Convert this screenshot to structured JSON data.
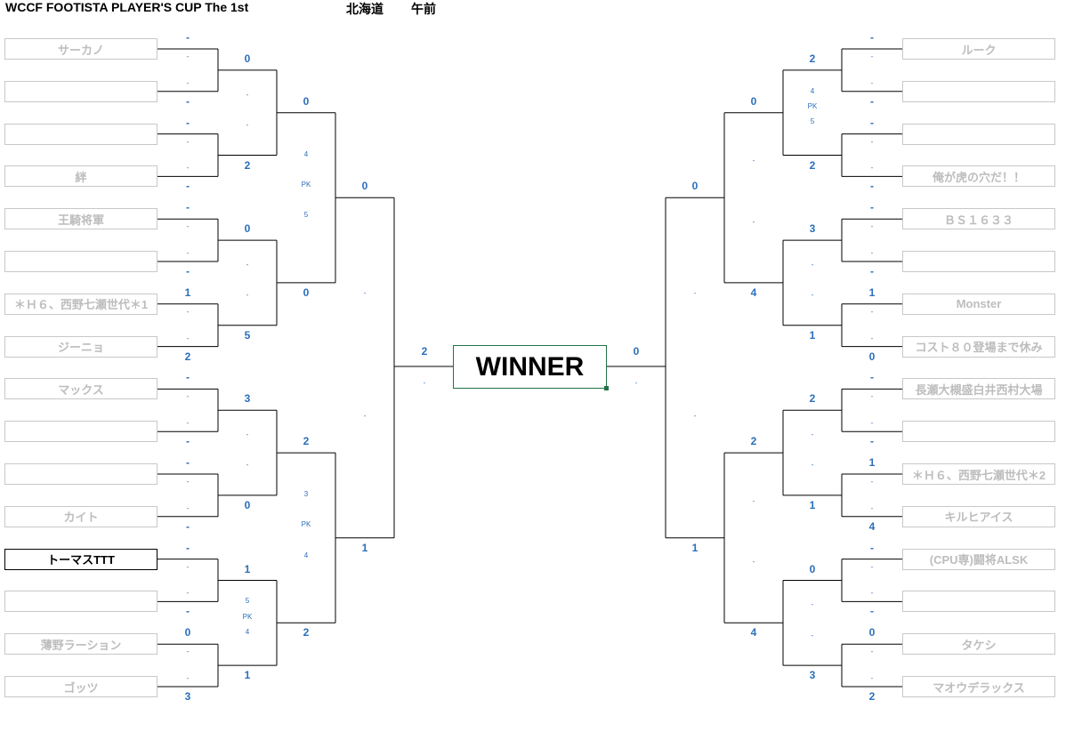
{
  "header": {
    "title": "WCCF FOOTISTA PLAYER'S CUP The 1st",
    "region": "北海道",
    "session": "午前"
  },
  "winner_label": "WINNER",
  "left_players": [
    {
      "name": "サーカノ",
      "score": "-"
    },
    {
      "name": "",
      "score": "-"
    },
    {
      "name": "",
      "score": "-"
    },
    {
      "name": "絆",
      "score": "-"
    },
    {
      "name": "王騎将軍",
      "score": "-"
    },
    {
      "name": "",
      "score": "-"
    },
    {
      "name": "＊Ｈ６、西野七瀬世代＊1",
      "score": "1"
    },
    {
      "name": "ジーニョ",
      "score": "2"
    },
    {
      "name": "マックス",
      "score": "-"
    },
    {
      "name": "",
      "score": "-"
    },
    {
      "name": "",
      "score": "-"
    },
    {
      "name": "カイト",
      "score": "-"
    },
    {
      "name": "トーマスTTT",
      "score": "-",
      "highlight": true
    },
    {
      "name": "",
      "score": "-"
    },
    {
      "name": "薄野ラーション",
      "score": "0"
    },
    {
      "name": "ゴッツ",
      "score": "3"
    }
  ],
  "right_players": [
    {
      "name": "ルーク",
      "score": "-"
    },
    {
      "name": "",
      "score": "-"
    },
    {
      "name": "",
      "score": "-"
    },
    {
      "name": "俺が虎の穴だ！！",
      "score": "-"
    },
    {
      "name": "ＢＳ１６３３",
      "score": "-"
    },
    {
      "name": "",
      "score": "-"
    },
    {
      "name": "Monster",
      "score": "1"
    },
    {
      "name": "コスト８０登場まで休み",
      "score": "0"
    },
    {
      "name": "長瀬大槻盛白井西村大場",
      "score": "-"
    },
    {
      "name": "",
      "score": "-"
    },
    {
      "name": "＊Ｈ６、西野七瀬世代＊2",
      "score": "1"
    },
    {
      "name": "キルヒアイス",
      "score": "4"
    },
    {
      "name": "(CPU専)闘将ALSK",
      "score": "-"
    },
    {
      "name": "",
      "score": "-"
    },
    {
      "name": "タケシ",
      "score": "0"
    },
    {
      "name": "マオウデラックス",
      "score": "2"
    }
  ],
  "left_r2": [
    {
      "top": "0",
      "bottom": "2",
      "mid": [
        "-",
        "-"
      ]
    },
    {
      "top": "0",
      "bottom": "5",
      "mid": [
        "-",
        "-"
      ]
    },
    {
      "top": "3",
      "bottom": "0",
      "mid": [
        "-",
        "-"
      ]
    },
    {
      "top": "1",
      "bottom": "1",
      "mid": [
        "5",
        "PK",
        "4"
      ]
    }
  ],
  "left_r3": [
    {
      "top": "0",
      "bottom": "0",
      "mid": [
        "4",
        "PK",
        "5"
      ]
    },
    {
      "top": "2",
      "bottom": "2",
      "mid": [
        "3",
        "PK",
        "4"
      ]
    }
  ],
  "left_r4": {
    "top": "0",
    "bottom": "1",
    "mid": [
      "-",
      "-"
    ]
  },
  "left_final": "2",
  "right_r2": [
    {
      "top": "2",
      "bottom": "2",
      "mid": [
        "4",
        "PK",
        "5"
      ]
    },
    {
      "top": "3",
      "bottom": "1",
      "mid": [
        "-",
        "-"
      ]
    },
    {
      "top": "2",
      "bottom": "1",
      "mid": [
        "-",
        "-"
      ]
    },
    {
      "top": "0",
      "bottom": "3",
      "mid": [
        "-",
        "-"
      ]
    }
  ],
  "right_r3": [
    {
      "top": "0",
      "bottom": "4",
      "mid": [
        "-",
        "-"
      ]
    },
    {
      "top": "2",
      "bottom": "4",
      "mid": [
        "-",
        "-"
      ]
    }
  ],
  "right_r4": {
    "top": "0",
    "bottom": "1",
    "mid": [
      "-",
      "-"
    ]
  },
  "right_final": "0",
  "final_mid": [
    "-",
    "-"
  ]
}
